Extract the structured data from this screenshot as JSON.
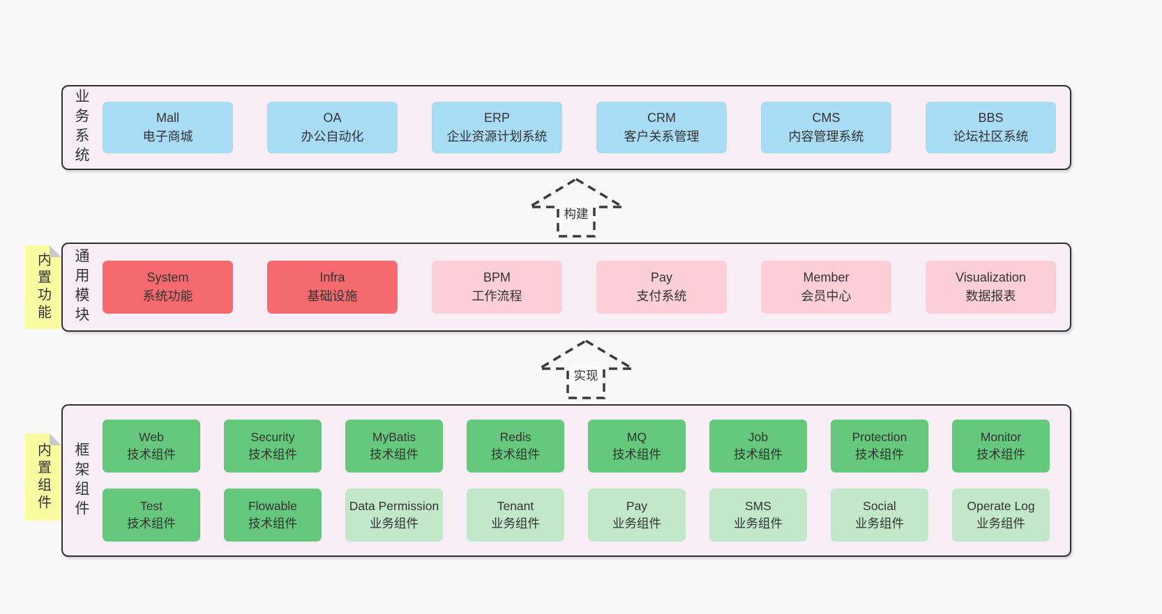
{
  "colors": {
    "page_bg": "#f8f8f8",
    "section_bg": "#f7edf4",
    "section_border": "#2e2e2e",
    "box_text": "#333333",
    "blue": "#a8dcf5",
    "red": "#f56a6e",
    "pink": "#fccfd7",
    "green": "#65c87d",
    "light_green": "#c3e8c9",
    "yellow": "#fafaa0",
    "fold_gray": "#c9c9c9",
    "arrow": "#3a3a3a"
  },
  "business": {
    "label": "业务系统",
    "boxes": [
      {
        "title": "Mall",
        "subtitle": "电子商城",
        "variant": "blue"
      },
      {
        "title": "OA",
        "subtitle": "办公自动化",
        "variant": "blue"
      },
      {
        "title": "ERP",
        "subtitle": "企业资源计划系统",
        "variant": "blue"
      },
      {
        "title": "CRM",
        "subtitle": "客户关系管理",
        "variant": "blue"
      },
      {
        "title": "CMS",
        "subtitle": "内容管理系统",
        "variant": "blue"
      },
      {
        "title": "BBS",
        "subtitle": "论坛社区系统",
        "variant": "blue"
      }
    ]
  },
  "arrow_build": {
    "label": "构建"
  },
  "modules": {
    "label": "通用模块",
    "tab": "内置功能",
    "boxes": [
      {
        "title": "System",
        "subtitle": "系统功能",
        "variant": "red"
      },
      {
        "title": "Infra",
        "subtitle": "基础设施",
        "variant": "red"
      },
      {
        "title": "BPM",
        "subtitle": "工作流程",
        "variant": "pink"
      },
      {
        "title": "Pay",
        "subtitle": "支付系统",
        "variant": "pink"
      },
      {
        "title": "Member",
        "subtitle": "会员中心",
        "variant": "pink"
      },
      {
        "title": "Visualization",
        "subtitle": "数据报表",
        "variant": "pink"
      }
    ]
  },
  "arrow_implement": {
    "label": "实现"
  },
  "framework": {
    "label": "框架组件",
    "tab": "内置组件",
    "row1": [
      {
        "title": "Web",
        "subtitle": "技术组件",
        "variant": "green"
      },
      {
        "title": "Security",
        "subtitle": "技术组件",
        "variant": "green"
      },
      {
        "title": "MyBatis",
        "subtitle": "技术组件",
        "variant": "green"
      },
      {
        "title": "Redis",
        "subtitle": "技术组件",
        "variant": "green"
      },
      {
        "title": "MQ",
        "subtitle": "技术组件",
        "variant": "green"
      },
      {
        "title": "Job",
        "subtitle": "技术组件",
        "variant": "green"
      },
      {
        "title": "Protection",
        "subtitle": "技术组件",
        "variant": "green"
      },
      {
        "title": "Monitor",
        "subtitle": "技术组件",
        "variant": "green"
      }
    ],
    "row2": [
      {
        "title": "Test",
        "subtitle": "技术组件",
        "variant": "green"
      },
      {
        "title": "Flowable",
        "subtitle": "技术组件",
        "variant": "green"
      },
      {
        "title": "Data Permission",
        "subtitle": "业务组件",
        "variant": "lightgreen"
      },
      {
        "title": "Tenant",
        "subtitle": "业务组件",
        "variant": "lightgreen"
      },
      {
        "title": "Pay",
        "subtitle": "业务组件",
        "variant": "lightgreen"
      },
      {
        "title": "SMS",
        "subtitle": "业务组件",
        "variant": "lightgreen"
      },
      {
        "title": "Social",
        "subtitle": "业务组件",
        "variant": "lightgreen"
      },
      {
        "title": "Operate Log",
        "subtitle": "业务组件",
        "variant": "lightgreen"
      }
    ]
  }
}
